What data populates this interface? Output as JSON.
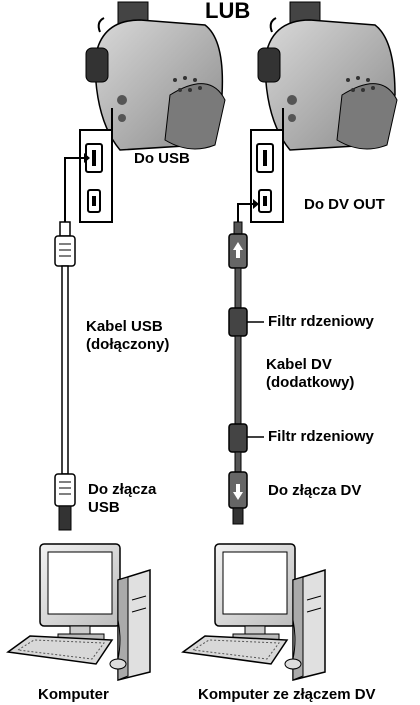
{
  "header": {
    "text": "LUB"
  },
  "left": {
    "port_label": "Do USB",
    "cable_label": "Kabel USB\n(dołączony)",
    "connector_label": "Do złącza\nUSB",
    "computer_label": "Komputer"
  },
  "right": {
    "port_label": "Do DV OUT",
    "core_filter_top": "Filtr rdzeniowy",
    "cable_label": "Kabel DV\n(dodatkowy)",
    "core_filter_bottom": "Filtr rdzeniowy",
    "connector_label": "Do złącza DV",
    "computer_label": "Komputer ze złączem DV"
  }
}
